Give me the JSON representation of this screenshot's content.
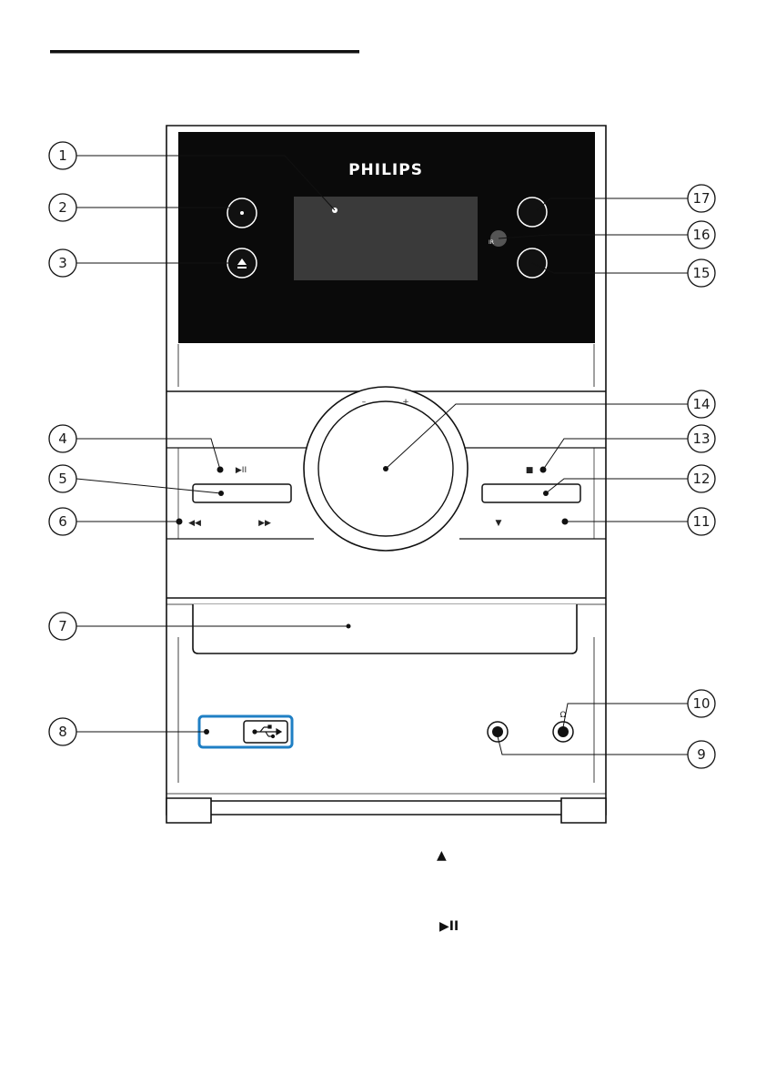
{
  "page": {
    "brand": "PHILIPS",
    "colors": {
      "panel": "#0a0a0a",
      "highlight": "#1f7fc4",
      "line": "#111111"
    }
  },
  "callouts": [
    {
      "id": 1,
      "label": "1"
    },
    {
      "id": 2,
      "label": "2"
    },
    {
      "id": 3,
      "label": "3"
    },
    {
      "id": 4,
      "label": "4"
    },
    {
      "id": 5,
      "label": "5"
    },
    {
      "id": 6,
      "label": "6"
    },
    {
      "id": 7,
      "label": "7"
    },
    {
      "id": 8,
      "label": "8"
    },
    {
      "id": 9,
      "label": "9"
    },
    {
      "id": 10,
      "label": "10"
    },
    {
      "id": 11,
      "label": "11"
    },
    {
      "id": 12,
      "label": "12"
    },
    {
      "id": 13,
      "label": "13"
    },
    {
      "id": 14,
      "label": "14"
    },
    {
      "id": 15,
      "label": "15"
    },
    {
      "id": 16,
      "label": "16"
    },
    {
      "id": 17,
      "label": "17"
    }
  ],
  "symbols": {
    "volume_minus": "–",
    "volume_plus": "+",
    "play_pause": "▶II",
    "prev": "◀◀",
    "next": "▶▶",
    "stop": "■",
    "down": "▼",
    "eject": "▲",
    "headphone": "Ω"
  },
  "legend": {
    "eject_symbol": "▲",
    "play_pause_symbol": "▶II"
  }
}
